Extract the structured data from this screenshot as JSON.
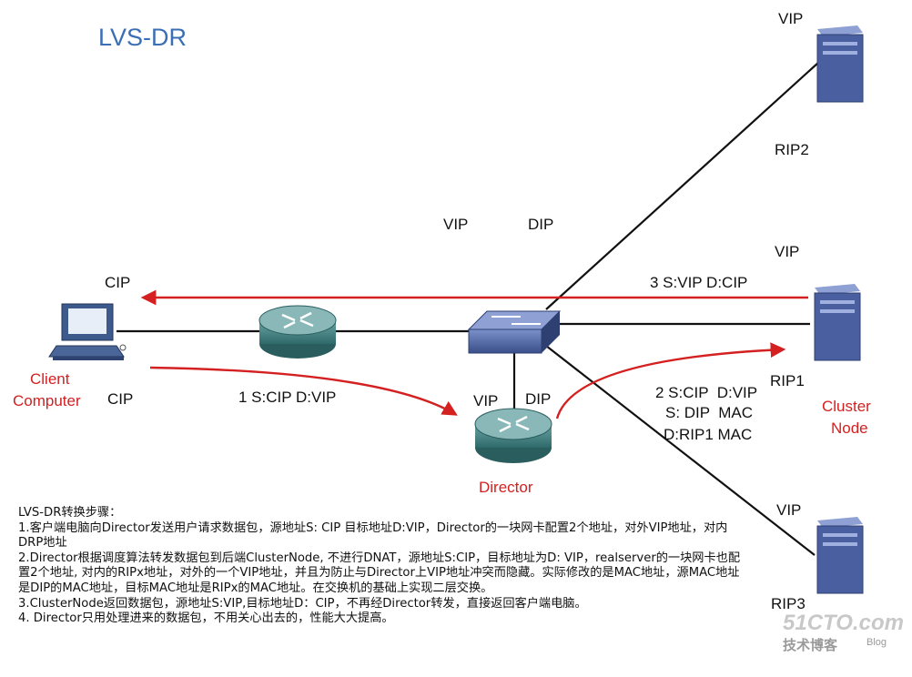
{
  "title": "LVS-DR",
  "labels": {
    "cip_top": "CIP",
    "cip_bottom": "CIP",
    "client_line1": "Client",
    "client_line2": "Computer",
    "vip_switch": "VIP",
    "dip_switch": "DIP",
    "vip_director": "VIP",
    "dip_director": "DIP",
    "director": "Director",
    "flow1": "1 S:CIP D:VIP",
    "flow2_line1": "2 S:CIP  D:VIP",
    "flow2_line2": "S: DIP  MAC",
    "flow2_line3": "D:RIP1 MAC",
    "flow3": "3 S:VIP D:CIP",
    "vip_rs2": "VIP",
    "rip2": "RIP2",
    "vip_rs1": "VIP",
    "rip1": "RIP1",
    "vip_rs3": "VIP",
    "rip3": "RIP3",
    "cluster_line1": "Cluster",
    "cluster_line2": "Node"
  },
  "steps": {
    "heading": "LVS-DR转换步骤：",
    "s1": "1.客户端电脑向Director发送用户请求数据包，源地址S: CIP 目标地址D:VIP，Director的一块网卡配置2个地址，对外VIP地址，对内DRP地址",
    "s2": "2.Director根据调度算法转发数据包到后端ClusterNode, 不进行DNAT，源地址S:CIP，目标地址为D: VIP，realserver的一块网卡也配置2个地址, 对内的RIPx地址，对外的一个VIP地址，并且为防止与Director上VIP地址冲突而隐藏。实际修改的是MAC地址，源MAC地址是DIP的MAC地址，目标MAC地址是RIPx的MAC地址。在交换机的基础上实现二层交换。",
    "s3": "3.ClusterNode返回数据包，源地址S:VIP,目标地址D：CIP，不再经Director转发，直接返回客户端电脑。",
    "s4": "4. Director只用处理进来的数据包，不用关心出去的，性能大大提高。"
  },
  "watermark": {
    "brand": "51CTO.com",
    "sub": "技术博客",
    "blog": "Blog"
  },
  "colors": {
    "title": "#3a6fb5",
    "arrow": "#d42020",
    "device": "#3d5a8c",
    "router": "#4f8c8c"
  },
  "icons": [
    "client-computer-icon",
    "router-icon",
    "switch-icon",
    "director-router-icon",
    "server-icon"
  ]
}
